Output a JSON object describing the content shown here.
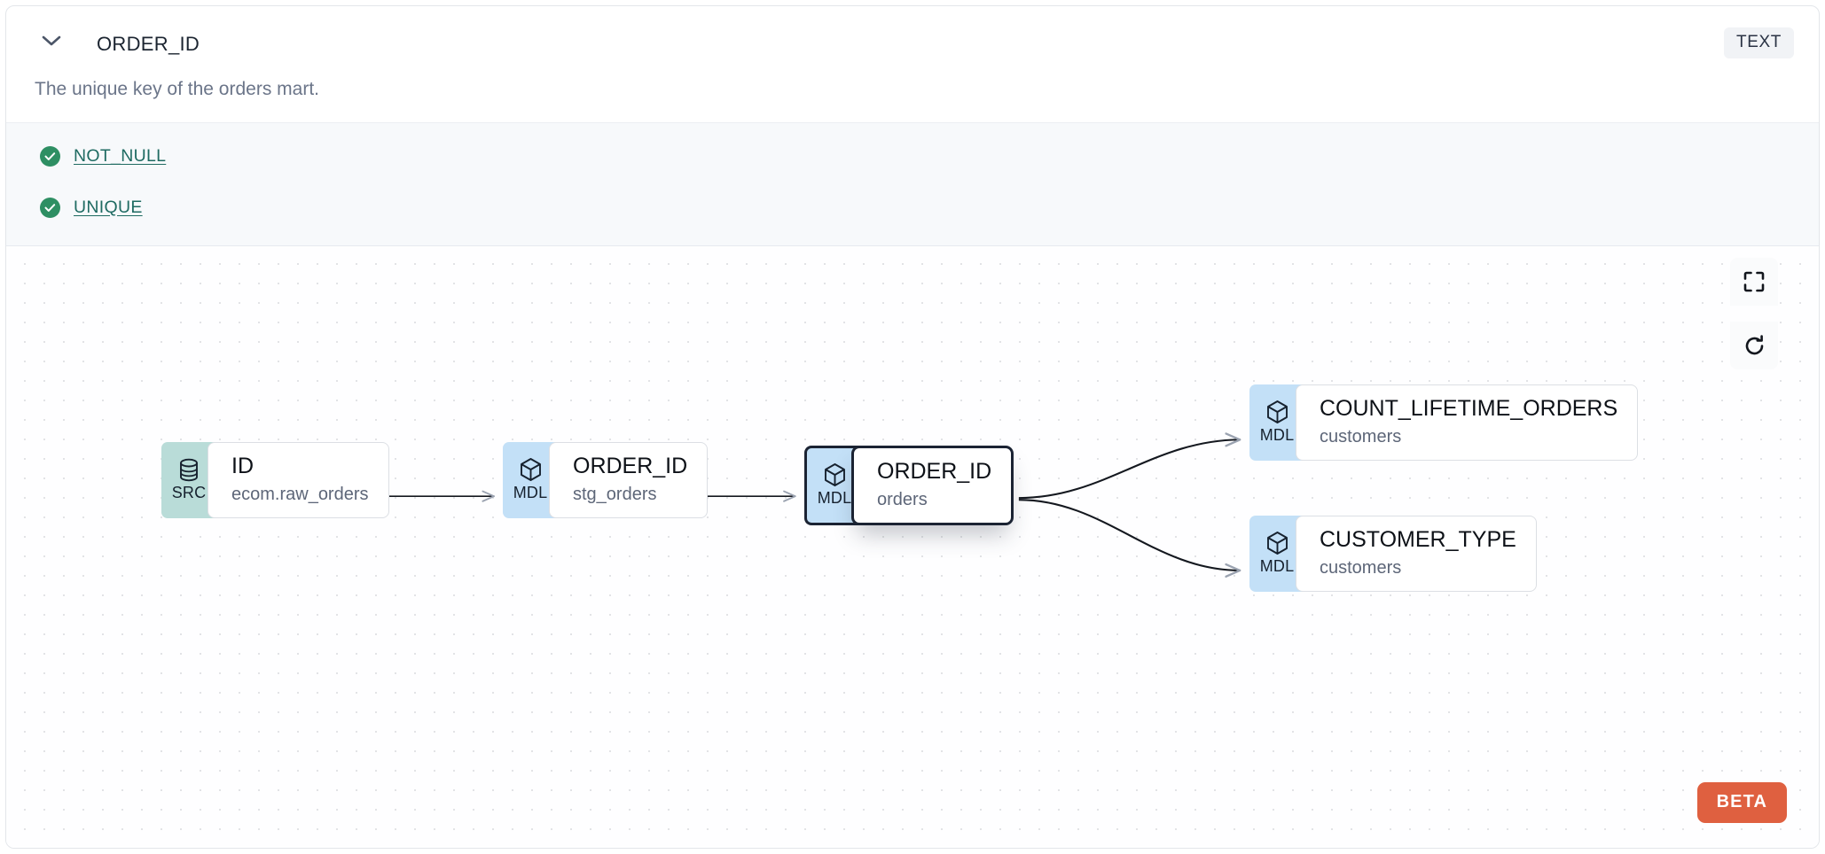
{
  "header": {
    "collapse_icon": "chevron-down-icon",
    "column_name": "ORDER_ID",
    "data_type_badge": "TEXT",
    "description": "The unique key of the orders mart."
  },
  "tests": [
    {
      "status_icon": "check-circle-icon",
      "label": "NOT_NULL",
      "status": "pass"
    },
    {
      "status_icon": "check-circle-icon",
      "label": "UNIQUE",
      "status": "pass"
    }
  ],
  "lineage": {
    "nodes": [
      {
        "id": "src",
        "tag": "SRC",
        "tag_icon": "database-icon",
        "name": "ID",
        "sub": "ecom.raw_orders",
        "selected": false
      },
      {
        "id": "stg",
        "tag": "MDL",
        "tag_icon": "cube-icon",
        "name": "ORDER_ID",
        "sub": "stg_orders",
        "selected": false
      },
      {
        "id": "orders",
        "tag": "MDL",
        "tag_icon": "cube-icon",
        "name": "ORDER_ID",
        "sub": "orders",
        "selected": true
      },
      {
        "id": "count",
        "tag": "MDL",
        "tag_icon": "cube-icon",
        "name": "COUNT_LIFETIME_ORDERS",
        "sub": "customers",
        "selected": false
      },
      {
        "id": "custtype",
        "tag": "MDL",
        "tag_icon": "cube-icon",
        "name": "CUSTOMER_TYPE",
        "sub": "customers",
        "selected": false
      }
    ],
    "edges": [
      {
        "from": "src",
        "to": "stg"
      },
      {
        "from": "stg",
        "to": "orders"
      },
      {
        "from": "orders",
        "to": "count"
      },
      {
        "from": "orders",
        "to": "custtype"
      }
    ],
    "controls": [
      {
        "id": "fit-view",
        "icon": "fit-view-icon"
      },
      {
        "id": "reset",
        "icon": "refresh-icon"
      }
    ],
    "beta_badge": "BETA"
  },
  "colors": {
    "src_tag_bg": "#b9dcd8",
    "mdl_tag_bg": "#c3e0f7",
    "test_pass": "#2e8f63",
    "test_link": "#1f6b62",
    "beta_bg": "#df6040",
    "selected_border": "#1b2333"
  }
}
